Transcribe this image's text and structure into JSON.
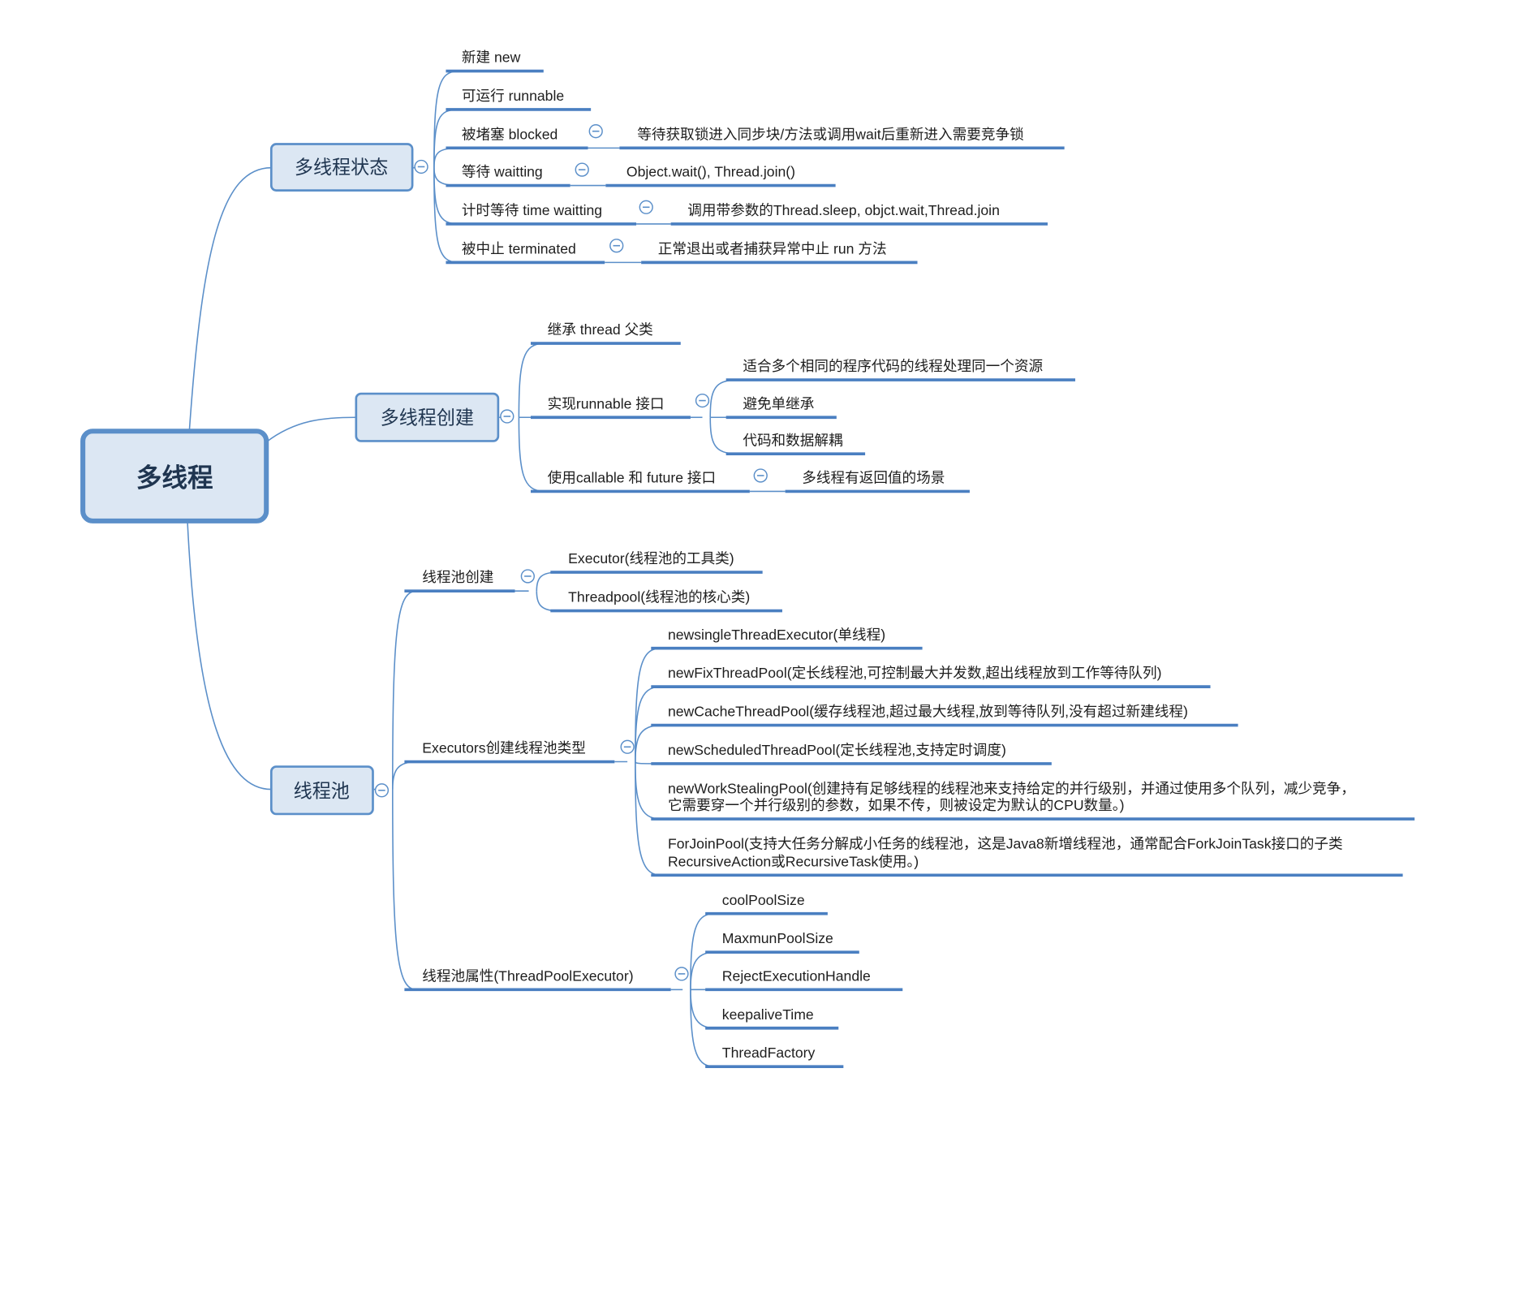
{
  "root": {
    "label": "多线程"
  },
  "branches": {
    "states": {
      "label": "多线程状态",
      "items": [
        {
          "label": "新建 new"
        },
        {
          "label": "可运行 runnable"
        },
        {
          "label": "被堵塞 blocked",
          "detail": "等待获取锁进入同步块/方法或调用wait后重新进入需要竞争锁"
        },
        {
          "label": "等待 waitting",
          "detail": "Object.wait(), Thread.join()"
        },
        {
          "label": "计时等待 time waitting",
          "detail": "调用带参数的Thread.sleep, objct.wait,Thread.join"
        },
        {
          "label": "被中止 terminated",
          "detail": "正常退出或者捕获异常中止 run 方法"
        }
      ]
    },
    "create": {
      "label": "多线程创建",
      "items": [
        {
          "label": "继承 thread 父类"
        },
        {
          "label": "实现runnable 接口",
          "children": [
            "适合多个相同的程序代码的线程处理同一个资源",
            "避免单继承",
            "代码和数据解耦"
          ]
        },
        {
          "label": "使用callable 和 future 接口",
          "detail": "多线程有返回值的场景"
        }
      ]
    },
    "pool": {
      "label": "线程池",
      "groups": [
        {
          "label": "线程池创建",
          "children": [
            "Executor(线程池的工具类)",
            "Threadpool(线程池的核心类)"
          ]
        },
        {
          "label": "Executors创建线程池类型",
          "children": [
            "newsingleThreadExecutor(单线程)",
            "newFixThreadPool(定长线程池,可控制最大并发数,超出线程放到工作等待队列)",
            "newCacheThreadPool(缓存线程池,超过最大线程,放到等待队列,没有超过新建线程)",
            "newScheduledThreadPool(定长线程池,支持定时调度)",
            "newWorkStealingPool(创建持有足够线程的线程池来支持给定的并行级别，并通过使用多个队列，减少竞争，",
            "它需要穿一个并行级别的参数，如果不传，则被设定为默认的CPU数量。)",
            "ForJoinPool(支持大任务分解成小任务的线程池，这是Java8新增线程池，通常配合ForkJoinTask接口的子类",
            "RecursiveAction或RecursiveTask使用。)"
          ]
        },
        {
          "label": "线程池属性(ThreadPoolExecutor)",
          "children": [
            "coolPoolSize",
            "MaxmunPoolSize",
            "RejectExecutionHandle",
            "keepaliveTime",
            "ThreadFactory"
          ]
        }
      ]
    }
  },
  "colors": {
    "line": "#5b8fc9",
    "underline": "#4a7fc1",
    "box_fill": "#dce7f3",
    "box_text": "#1f3550"
  }
}
